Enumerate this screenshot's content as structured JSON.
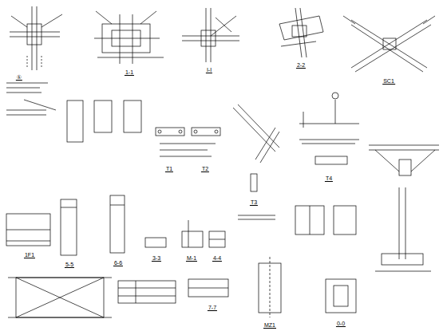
{
  "diagram": {
    "labels": [
      "①",
      "1-1",
      "I-I",
      "2-2",
      "SC1",
      "T1",
      "T2",
      "T3",
      "T4",
      "1F1",
      "5-5",
      "6-6",
      "3-3",
      "M-1",
      "4-4",
      "7-7",
      "MZ1",
      "0-0"
    ]
  }
}
